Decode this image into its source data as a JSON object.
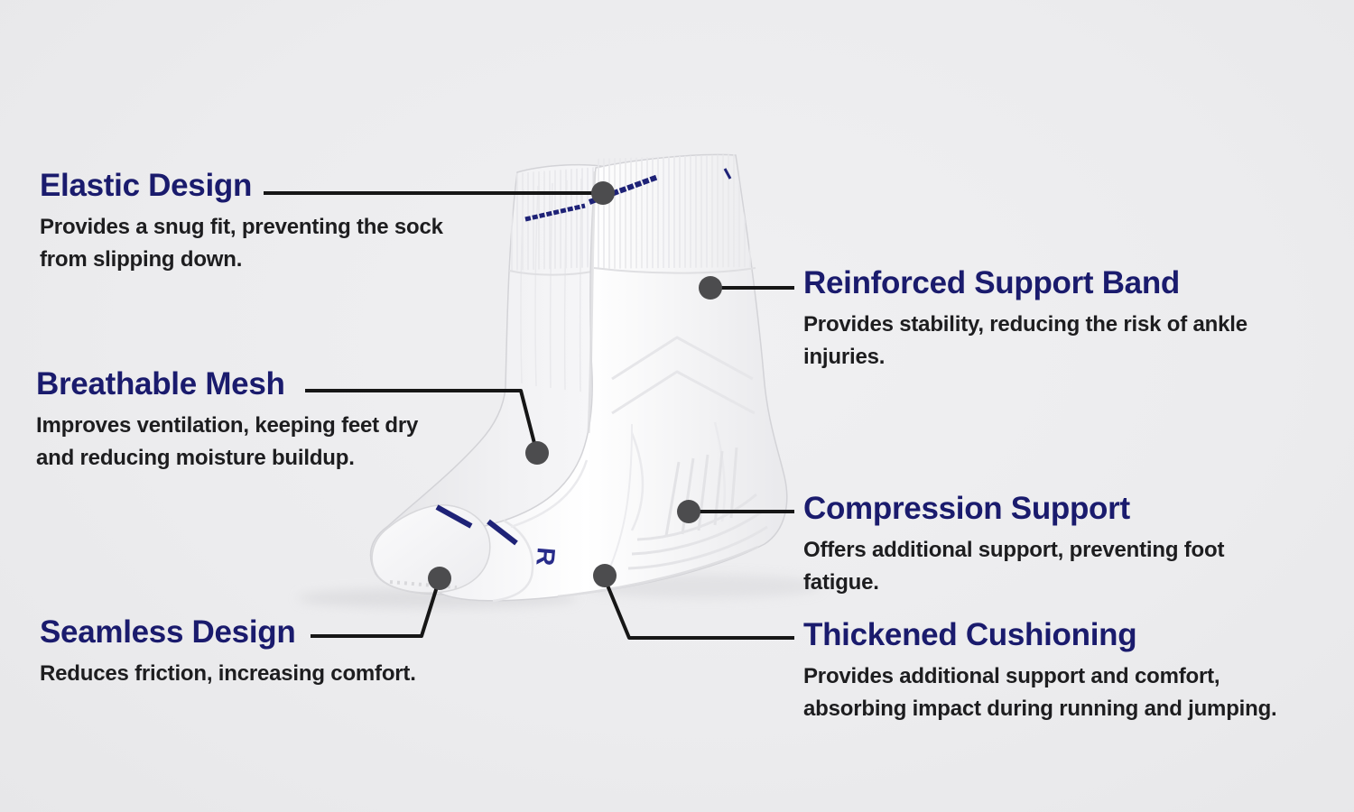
{
  "colors": {
    "background": "#ececee",
    "title_navy": "#1a1b6d",
    "body_text": "#1d1d1f",
    "callout_line": "#161616",
    "callout_dot": "#4c4c4e",
    "sock_white": "#ffffff",
    "sock_accent_navy": "#1e2277"
  },
  "product": {
    "description": "white athletic crew socks",
    "logo_letter": "R"
  },
  "features": {
    "elastic": {
      "title": "Elastic Design",
      "lines": [
        "Provides a snug fit, preventing the sock",
        "from slipping down."
      ]
    },
    "breathable": {
      "title": "Breathable Mesh",
      "lines": [
        "Improves ventilation, keeping feet dry",
        "and reducing moisture buildup."
      ]
    },
    "seamless": {
      "title": "Seamless Design",
      "lines": [
        "Reduces friction, increasing comfort."
      ]
    },
    "reinforced": {
      "title": "Reinforced Support Band",
      "lines": [
        "Provides stability, reducing the risk of ankle",
        "injuries."
      ]
    },
    "compression": {
      "title": "Compression Support",
      "lines": [
        "Offers additional support, preventing foot",
        "fatigue."
      ]
    },
    "thickened": {
      "title": "Thickened Cushioning",
      "lines": [
        "Provides additional support and comfort,",
        "absorbing impact during running and jumping."
      ]
    }
  }
}
